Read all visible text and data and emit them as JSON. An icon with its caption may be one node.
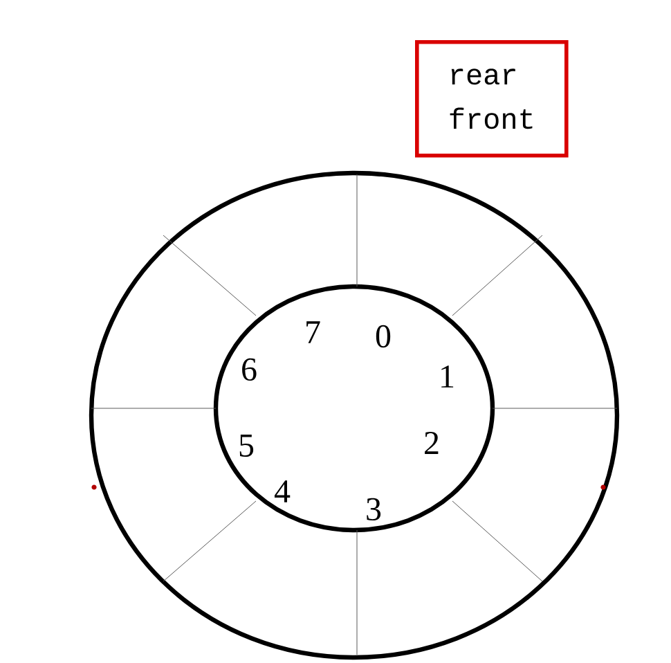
{
  "diagram": {
    "nodes": [
      {
        "text": [
          "rear",
          "front"
        ]
      }
    ],
    "labels": [
      "7",
      "0",
      "6",
      "1",
      "5",
      "2",
      "4",
      "3"
    ]
  }
}
